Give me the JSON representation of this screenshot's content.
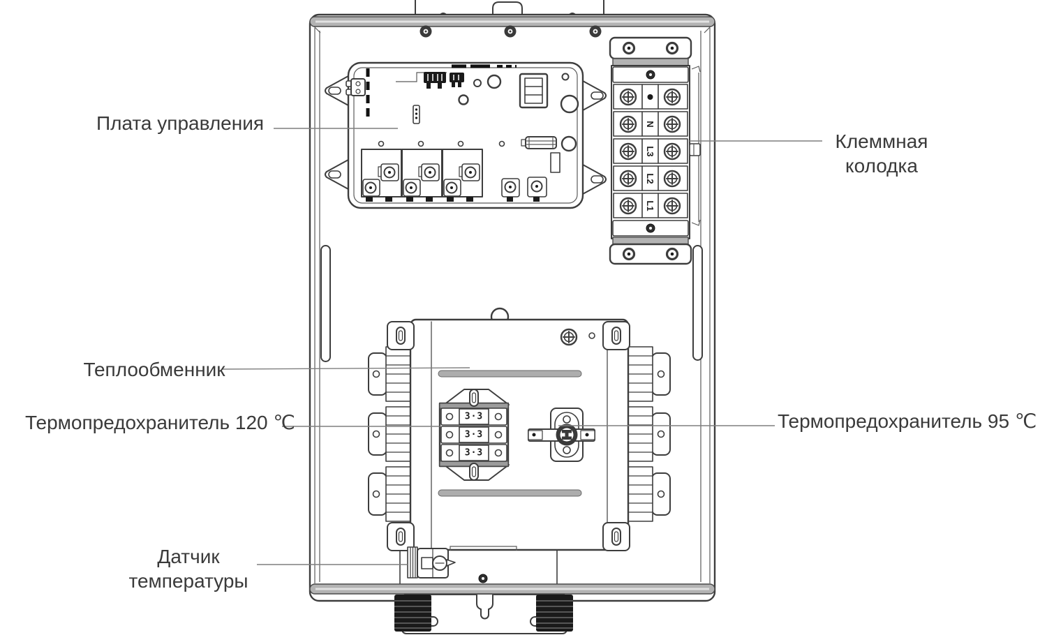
{
  "labels": {
    "control_board": "Плата управления",
    "terminal_block_line1": "Клеммная",
    "terminal_block_line2": "колодка",
    "heat_exchanger": "Теплообменник",
    "thermal_fuse_120": "Термопредохранитель 120 ℃",
    "thermal_fuse_95": "Термопредохранитель 95 ℃",
    "temp_sensor_line1": "Датчик",
    "temp_sensor_line2": "температуры"
  },
  "terminal_block": {
    "rows": [
      {
        "label": "",
        "symbol": "earth-ground"
      },
      {
        "label": "N"
      },
      {
        "label": "L3"
      },
      {
        "label": "L2"
      },
      {
        "label": "L1"
      }
    ]
  },
  "fuse_block": {
    "markings": [
      "3·3",
      "3·3",
      "3·3"
    ]
  },
  "colors": {
    "line": "#3d3d3d",
    "label_text": "#3a3a3a",
    "leader_line": "#7f7f7f",
    "dark_fill": "#1a1a1a",
    "gray_fill": "#b3b3b3"
  }
}
